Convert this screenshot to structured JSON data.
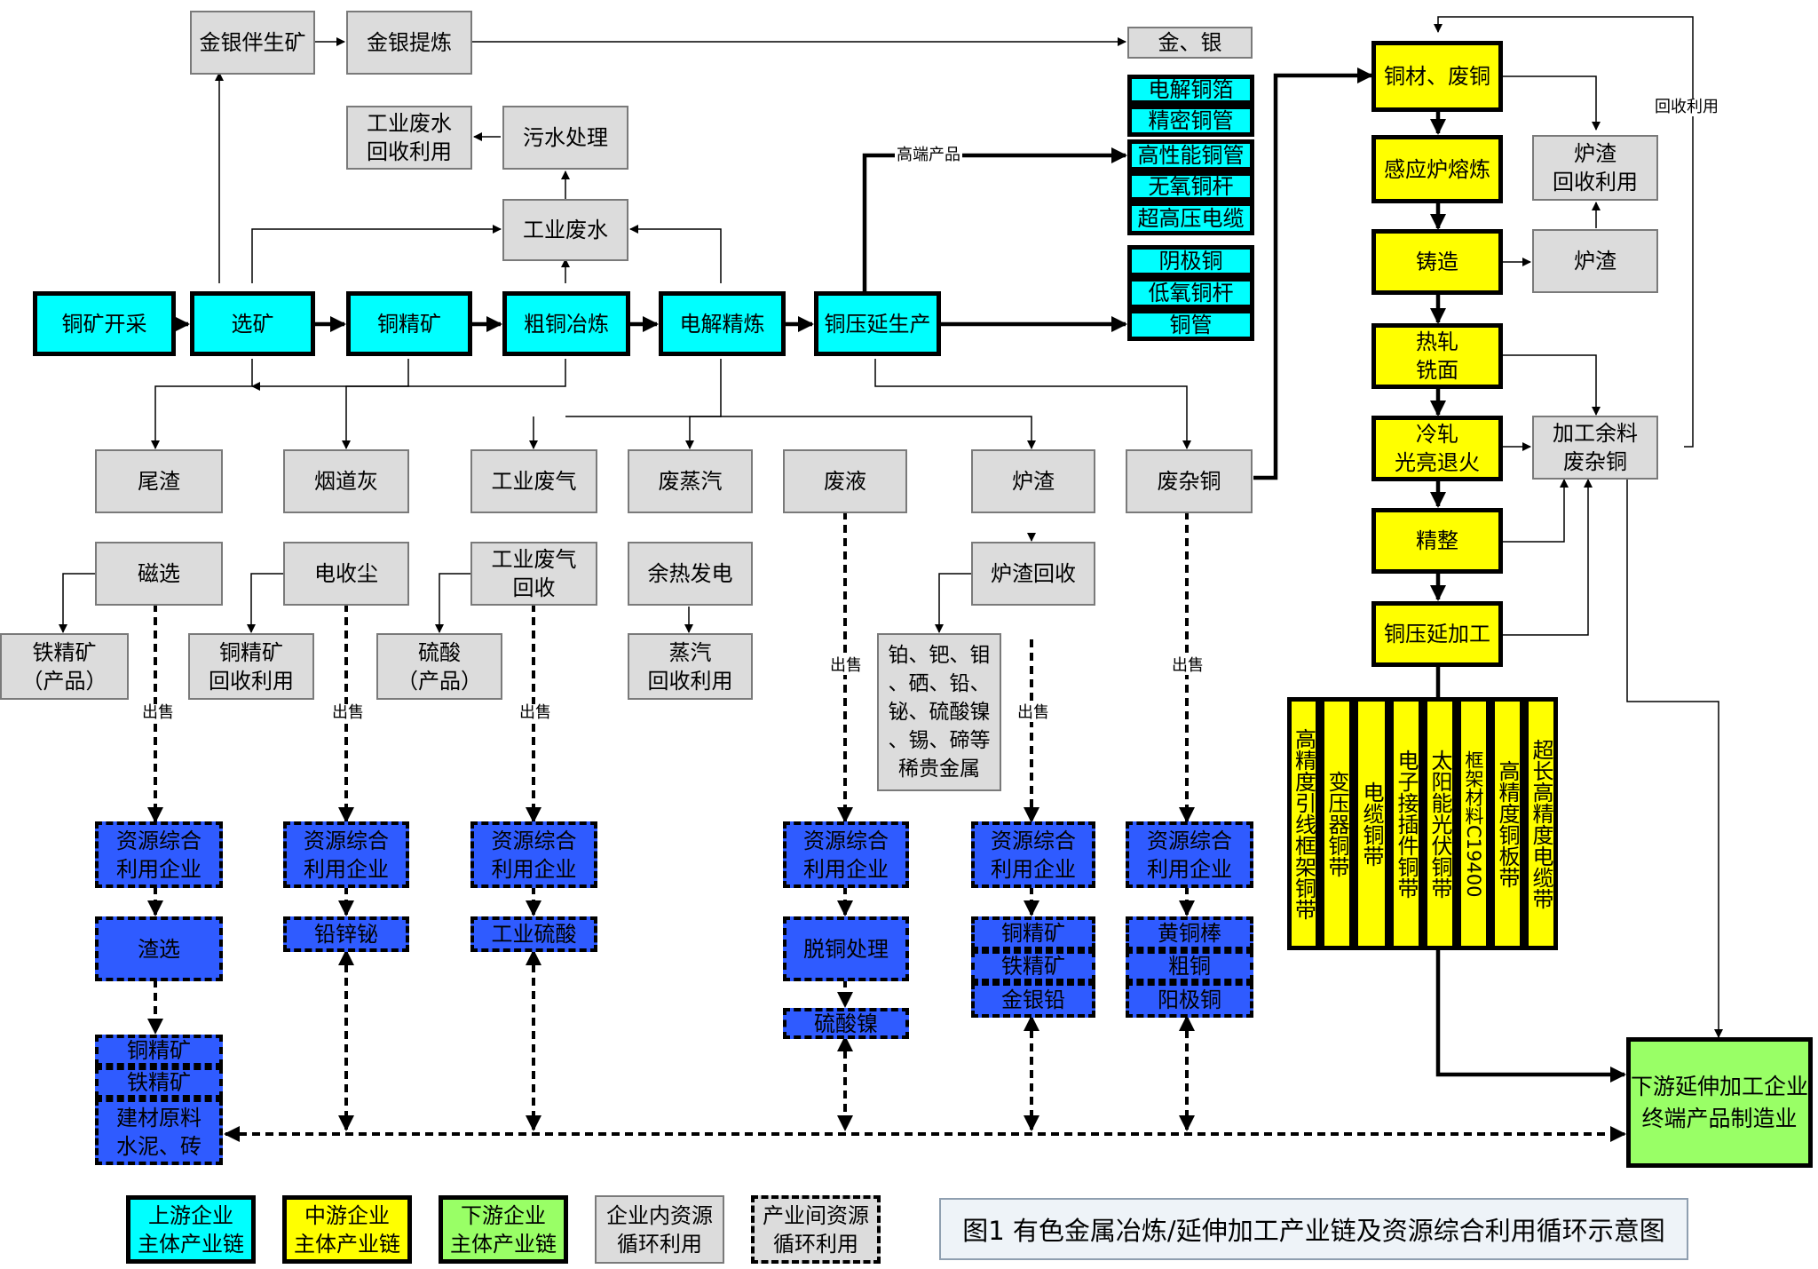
{
  "nodes": {
    "jinyin_ban": "金银伴生矿",
    "jinyin_ti": "金银提炼",
    "jin_yin": "金、银",
    "gyfs_recycle": "工业废水\n回收利用",
    "wushui": "污水处理",
    "gyfs": "工业废水",
    "caikuang": "铜矿开采",
    "xuankuang": "选矿",
    "jingkuang": "铜精矿",
    "cutong": "粗铜冶炼",
    "dianjie": "电解精炼",
    "yanya": "铜压延生产",
    "high_end": [
      "电解铜箔",
      "精密铜管",
      "高性能铜管",
      "无氧铜杆",
      "超高压电缆"
    ],
    "products": [
      "阴极铜",
      "低氧铜杆",
      "铜管"
    ],
    "weizha": "尾渣",
    "yandaohui": "烟道灰",
    "gyfq": "工业废气",
    "feizhengqi": "废蒸汽",
    "feiye": "废液",
    "luzha": "炉渣",
    "feizatong": "废杂铜",
    "cixuan": "磁选",
    "dianshouchen": "电收尘",
    "gyfq_recover": "工业废气\n回收",
    "yure": "余热发电",
    "luzha_recover": "炉渣回收",
    "tiejingkuang_prod": "铁精矿\n（产品）",
    "tongjing_recycle": "铜精矿\n回收利用",
    "liusuan_prod": "硫酸\n（产品）",
    "zhengqi_recycle": "蒸汽\n回收利用",
    "rare_metals": "铂、钯、钼\n、硒、铅、\n铋、硫酸镍\n、锡、碲等\n稀贵金属",
    "resource_co": "资源综合\n利用企业",
    "zhaxuan": "渣选",
    "qianxinbi": "铅锌铋",
    "gongyeliusuan": "工业硫酸",
    "tuotong": "脱铜处理",
    "liusuannie": "硫酸镍",
    "luzha_outputs": [
      "铜精矿",
      "铁精矿",
      "金银铅"
    ],
    "feiza_outputs": [
      "黄铜棒",
      "粗铜",
      "阳极铜"
    ],
    "weizha_outputs": [
      "铜精矿",
      "铁精矿",
      "建材原料\n水泥、砖"
    ],
    "tongcai": "铜材、废铜",
    "ganying": "感应炉熔炼",
    "zhuzao": "铸造",
    "rezha": "热轧\n铣面",
    "lengzha": "冷轧\n光亮退火",
    "jingzheng": "精整",
    "yanyajiagong": "铜压延加工",
    "luzha_r": "炉渣",
    "luzha_r_recycle": "炉渣\n回收利用",
    "jiagong_yuliao": "加工余料\n废杂铜",
    "downstream": "下游延伸加工企业\n终端产品制造业",
    "strips": [
      "高精度引线框架铜带",
      "变压器铜带",
      "电缆铜带",
      "电子接插件铜带",
      "太阳能光伏铜带",
      "框架材料C19400",
      "高精度铜板带",
      "超长高精度电缆带"
    ]
  },
  "edge_labels": {
    "high_end": "高端产品",
    "recycle": "回收利用",
    "sell": "出售"
  },
  "legend": [
    {
      "label": "上游企业\n主体产业链",
      "style": "cyan"
    },
    {
      "label": "中游企业\n主体产业链",
      "style": "yellow"
    },
    {
      "label": "下游企业\n主体产业链",
      "style": "green"
    },
    {
      "label": "企业内资源\n循环利用",
      "style": "gray"
    },
    {
      "label": "产业间资源\n循环利用",
      "style": "gray-dashed"
    }
  ],
  "caption": "图1 有色金属冶炼/延伸加工产业链及资源综合利用循环示意图",
  "colors": {
    "cyan": "#00ffff",
    "yellow": "#ffff00",
    "blue": "#2f5bff",
    "green": "#99ff66",
    "gray": "#dcdcdc"
  }
}
